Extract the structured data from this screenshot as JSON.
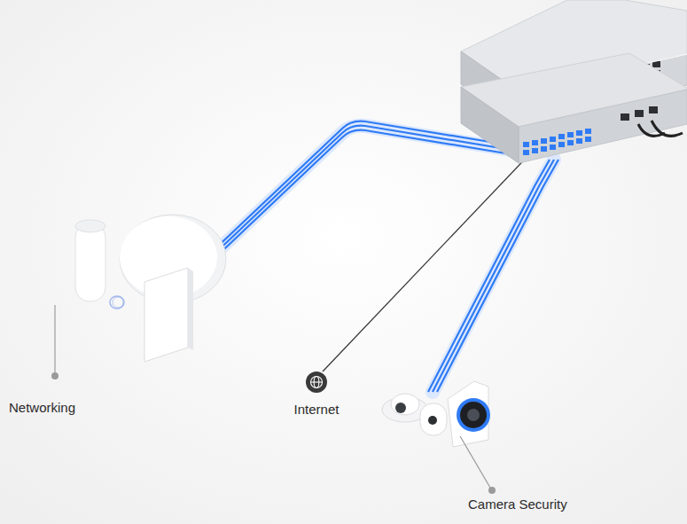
{
  "diagram": {
    "labels": [
      "Networking",
      "Internet",
      "Camera Security"
    ]
  }
}
